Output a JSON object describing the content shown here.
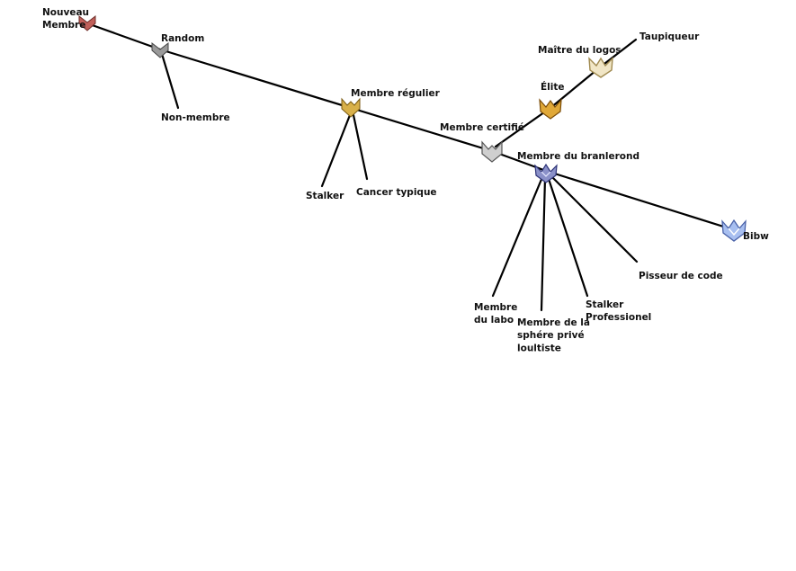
{
  "colors": {
    "line": "#000000",
    "bronze": "#c0605a",
    "silver": "#9a9a9a",
    "gold": "#d8b04a",
    "platinum": "#c8c8c8",
    "master": "#8a90c8",
    "grandmaster": "#7f9bd6",
    "elite": "#e0a838",
    "cream": "#eadcb0"
  },
  "nodes": {
    "nouveau": {
      "label": "Nouveau\nMembre",
      "icon": "bronze-rank-icon"
    },
    "random": {
      "label": "Random",
      "icon": "silver-rank-icon"
    },
    "non_membre": {
      "label": "Non-membre"
    },
    "regulier": {
      "label": "Membre régulier",
      "icon": "gold-rank-icon"
    },
    "stalker": {
      "label": "Stalker"
    },
    "cancer": {
      "label": "Cancer typique"
    },
    "certifie": {
      "label": "Membre certifié",
      "icon": "platinum-rank-icon"
    },
    "elite": {
      "label": "Élite",
      "icon": "elite-rank-icon"
    },
    "maitre_logos": {
      "label": "Maître du logos",
      "icon": "master-logos-rank-icon"
    },
    "taupiqueur": {
      "label": "Taupiqueur"
    },
    "branlerond": {
      "label": "Membre du branlerond",
      "icon": "diamond-rank-icon"
    },
    "bibw": {
      "label": "Bibw",
      "icon": "grandmaster-rank-icon"
    },
    "pisseur": {
      "label": "Pisseur de code"
    },
    "stalker_pro": {
      "label": "Stalker\nProfessionel"
    },
    "sphere": {
      "label": "Membre de la\nsphére privé\nloultiste"
    },
    "labo": {
      "label": "Membre\ndu labo"
    }
  }
}
